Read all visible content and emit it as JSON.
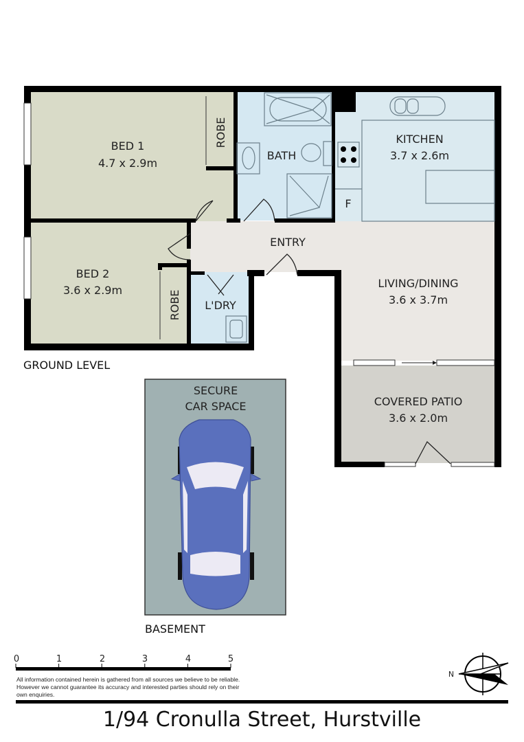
{
  "rooms": {
    "bed1": {
      "name": "BED 1",
      "size": "4.7 x 2.9m"
    },
    "bed2": {
      "name": "BED 2",
      "size": "3.6 x 2.9m"
    },
    "robe1": "ROBE",
    "robe2": "ROBE",
    "bath": "BATH",
    "kitchen": {
      "name": "KITCHEN",
      "size": "3.7 x 2.6m"
    },
    "fridge": "F",
    "entry": "ENTRY",
    "laundry": "L'DRY",
    "living": {
      "name": "LIVING/DINING",
      "size": "3.6 x 3.7m"
    },
    "patio": {
      "name": "COVERED PATIO",
      "size": "3.6 x 2.0m"
    },
    "car": {
      "line1": "SECURE",
      "line2": "CAR SPACE"
    }
  },
  "levels": {
    "ground": "GROUND LEVEL",
    "basement": "BASEMENT"
  },
  "scale": {
    "ticks": [
      "0",
      "1",
      "2",
      "3",
      "4",
      "5"
    ]
  },
  "compass": {
    "label": "N"
  },
  "disclaimer": "All information contained herein is gathered from all sources we believe to be reliable. However we cannot guarantee its accuracy and interested parties should rely on their own enquiries.",
  "address": "1/94 Cronulla Street, Hurstville",
  "colors": {
    "bedroom": "#d9dbc8",
    "wet": "#d5e8f2",
    "living": "#ebe8e4",
    "patio": "#d3d2cc",
    "car_space": "#a0b1b2",
    "car": "#5a70bd"
  }
}
